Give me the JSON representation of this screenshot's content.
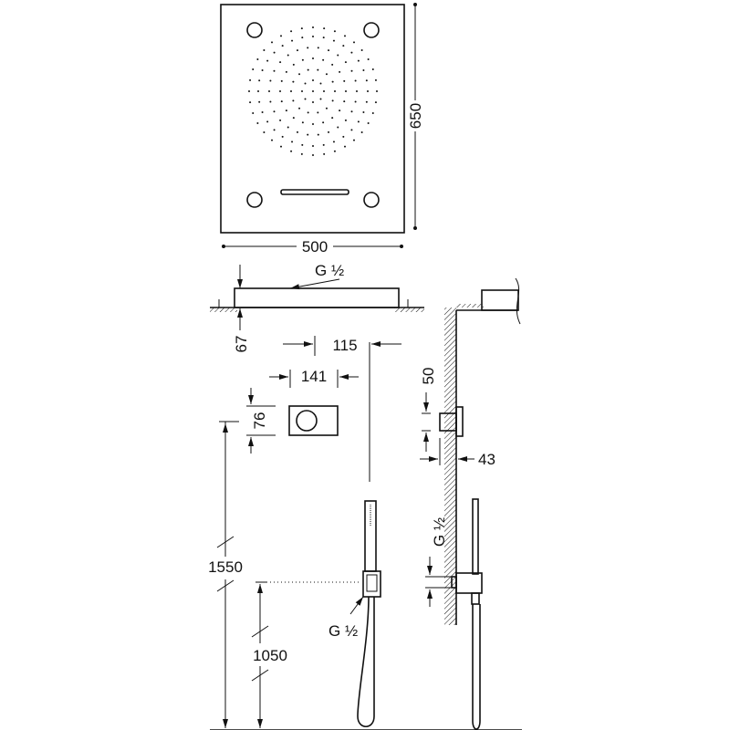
{
  "drawing": {
    "dimensions": {
      "panel_height": "650",
      "panel_width": "500",
      "panel_depth": "67",
      "connection_top": "G 1/2",
      "offset_115": "115",
      "control_width": "141",
      "control_height": "76",
      "outlet_height": "50",
      "outlet_projection": "43",
      "mount_height_total": "1550",
      "handshower_height": "1050",
      "connection_handshower": "G 1/2",
      "connection_wall": "G 1/2"
    },
    "colors": {
      "line": "#111111",
      "background": "#ffffff"
    }
  }
}
